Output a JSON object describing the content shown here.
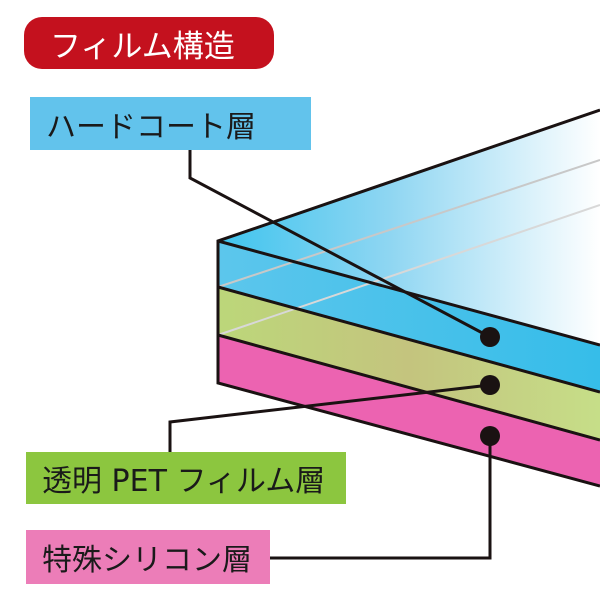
{
  "title": "フィルム構造",
  "layers": [
    {
      "label": "ハードコート層",
      "color": "#3fbde9"
    },
    {
      "label": "透明 PET フィルム層",
      "color": "#c5dd84"
    },
    {
      "label": "特殊シリコン層",
      "color": "#ec63b1"
    }
  ]
}
